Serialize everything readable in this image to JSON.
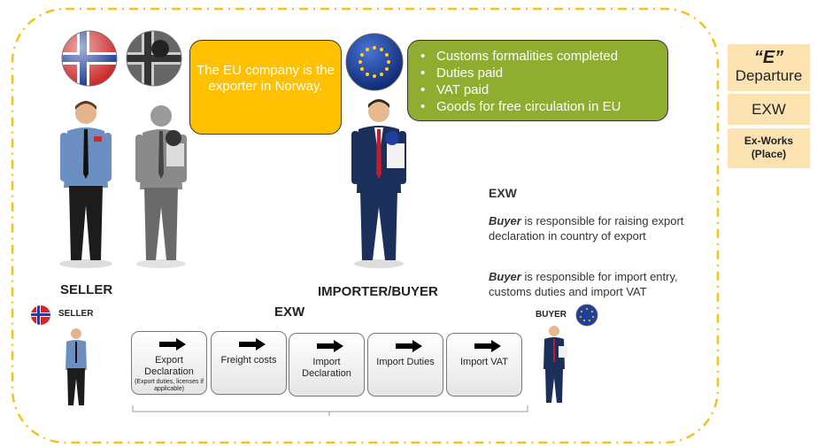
{
  "callouts": {
    "orange": "The EU company is the exporter in Norway.",
    "green": [
      "Customs formalities completed",
      "Duties paid",
      "VAT paid",
      "Goods for free circulation in EU"
    ]
  },
  "incoterm": {
    "category": "“E”",
    "category_label": "Departure",
    "code": "EXW",
    "name": "Ex-Works (Place)"
  },
  "labels": {
    "seller": "SELLER",
    "importer_buyer": "IMPORTER/BUYER",
    "seller_small": "SELLER",
    "buyer_small": "BUYER",
    "flow_title": "EXW"
  },
  "info": {
    "title": "EXW",
    "buyer_word": "Buyer",
    "line1_rest": " is responsible for raising export declaration in country of export",
    "line2_rest": " is responsible for import entry, customs duties and import VAT"
  },
  "steps": [
    {
      "label": "Export Declaration",
      "note": "(Export duties, licenses if applicable)"
    },
    {
      "label": "Freight costs",
      "note": ""
    },
    {
      "label": "Import Declaration",
      "note": ""
    },
    {
      "label": "Import Duties",
      "note": ""
    },
    {
      "label": "Import VAT",
      "note": ""
    }
  ],
  "colors": {
    "frame": "#f5c21b",
    "orange": "#ffc000",
    "green": "#8fad2f",
    "incoterm_bg": "#fde3b2",
    "eu_blue": "#1f3f9a",
    "norway_red": "#cc2b2b"
  }
}
